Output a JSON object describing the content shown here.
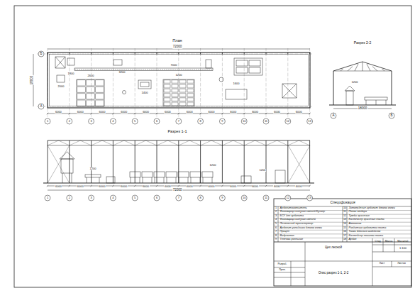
{
  "diagram": {
    "nodes": [
      {
        "text": [
          "Спецификация"
        ]
      }
    ],
    "labels": [
      "План",
      "72000",
      "Б",
      "А",
      "18000",
      "6000",
      "6000",
      "6000",
      "6000",
      "6000",
      "6000",
      "6000",
      "6000",
      "6000",
      "6000",
      "6000",
      "6000",
      "1",
      "2",
      "3",
      "4",
      "5",
      "6",
      "7",
      "8",
      "9",
      "10",
      "11",
      "12",
      "13",
      "1800",
      "2000",
      "2600",
      "3200",
      "1400",
      "7000",
      "1200",
      "1600",
      "Разрез 1-1",
      "72000",
      "6000",
      "6000",
      "6000",
      "6000",
      "6000",
      "6000",
      "6000",
      "6000",
      "6000",
      "6000",
      "6000",
      "6000",
      "1",
      "2",
      "3",
      "4",
      "5",
      "6",
      "7",
      "8",
      "9",
      "10",
      "11",
      "12",
      "13",
      "1200",
      "1200",
      "1200",
      "Разрез 2-2",
      "18000",
      "А",
      "Б",
      "1200",
      "1",
      "Арболитосмеситель",
      "10",
      "Затвердение арболит блоков колки",
      "2",
      "Фасовщица сыпучих смесей Бункер",
      "11",
      "Полки отбора",
      "3",
      "БСУ для арболита",
      "12",
      "Тумбы хранения",
      "4",
      "Фасовщица сыпучих смесей",
      "13",
      "Контейнер хранения поста",
      "5",
      "Ленточный транспортер",
      "14",
      "Автоклав",
      "6",
      "Арболит укладчика блоков колки",
      "15",
      "Раздатчик арболитов поста",
      "7",
      "Прицеп",
      "16",
      "Тиски блочных шаблонов",
      "8",
      "Вибростол",
      "17",
      "Контейнер посылки поста",
      "9",
      "Тележка ролльная",
      "18",
      "Арбол",
      "Цех лесной",
      "Стад",
      "Масса",
      "Масштаб",
      "1:100",
      "Опис разрез 1-1, 2-2",
      "Лист",
      "Листов",
      "Разраб.",
      "Пров."
    ]
  }
}
